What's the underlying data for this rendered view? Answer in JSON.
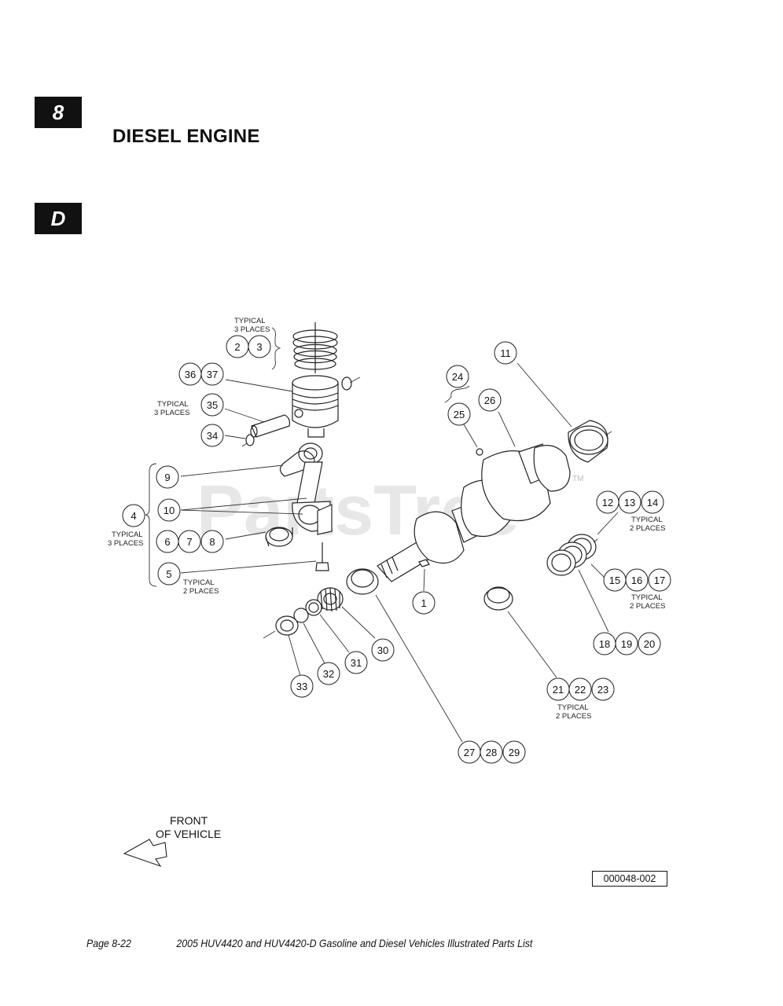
{
  "section_tab": "8",
  "sub_tab": "D",
  "page_title": "DIESEL ENGINE",
  "watermark": "PartsTree",
  "watermark_tm": "TM",
  "front_label_line1": "FRONT",
  "front_label_line2": "OF VEHICLE",
  "figure_code": "000048-002",
  "footer": {
    "page": "Page 8-22",
    "title": "2005 HUV4420 and HUV4420-D Gasoline and Diesel Vehicles Illustrated Parts List"
  },
  "notes": {
    "typical_3_places": [
      "TYPICAL",
      "3 PLACES"
    ],
    "typical_2_places": [
      "TYPICAL",
      "2 PLACES"
    ]
  },
  "callouts": [
    "1",
    "2",
    "3",
    "4",
    "5",
    "6",
    "7",
    "8",
    "9",
    "10",
    "11",
    "12",
    "13",
    "14",
    "15",
    "16",
    "17",
    "18",
    "19",
    "20",
    "21",
    "22",
    "23",
    "24",
    "25",
    "26",
    "27",
    "28",
    "29",
    "30",
    "31",
    "32",
    "33",
    "34",
    "35",
    "36",
    "37"
  ]
}
